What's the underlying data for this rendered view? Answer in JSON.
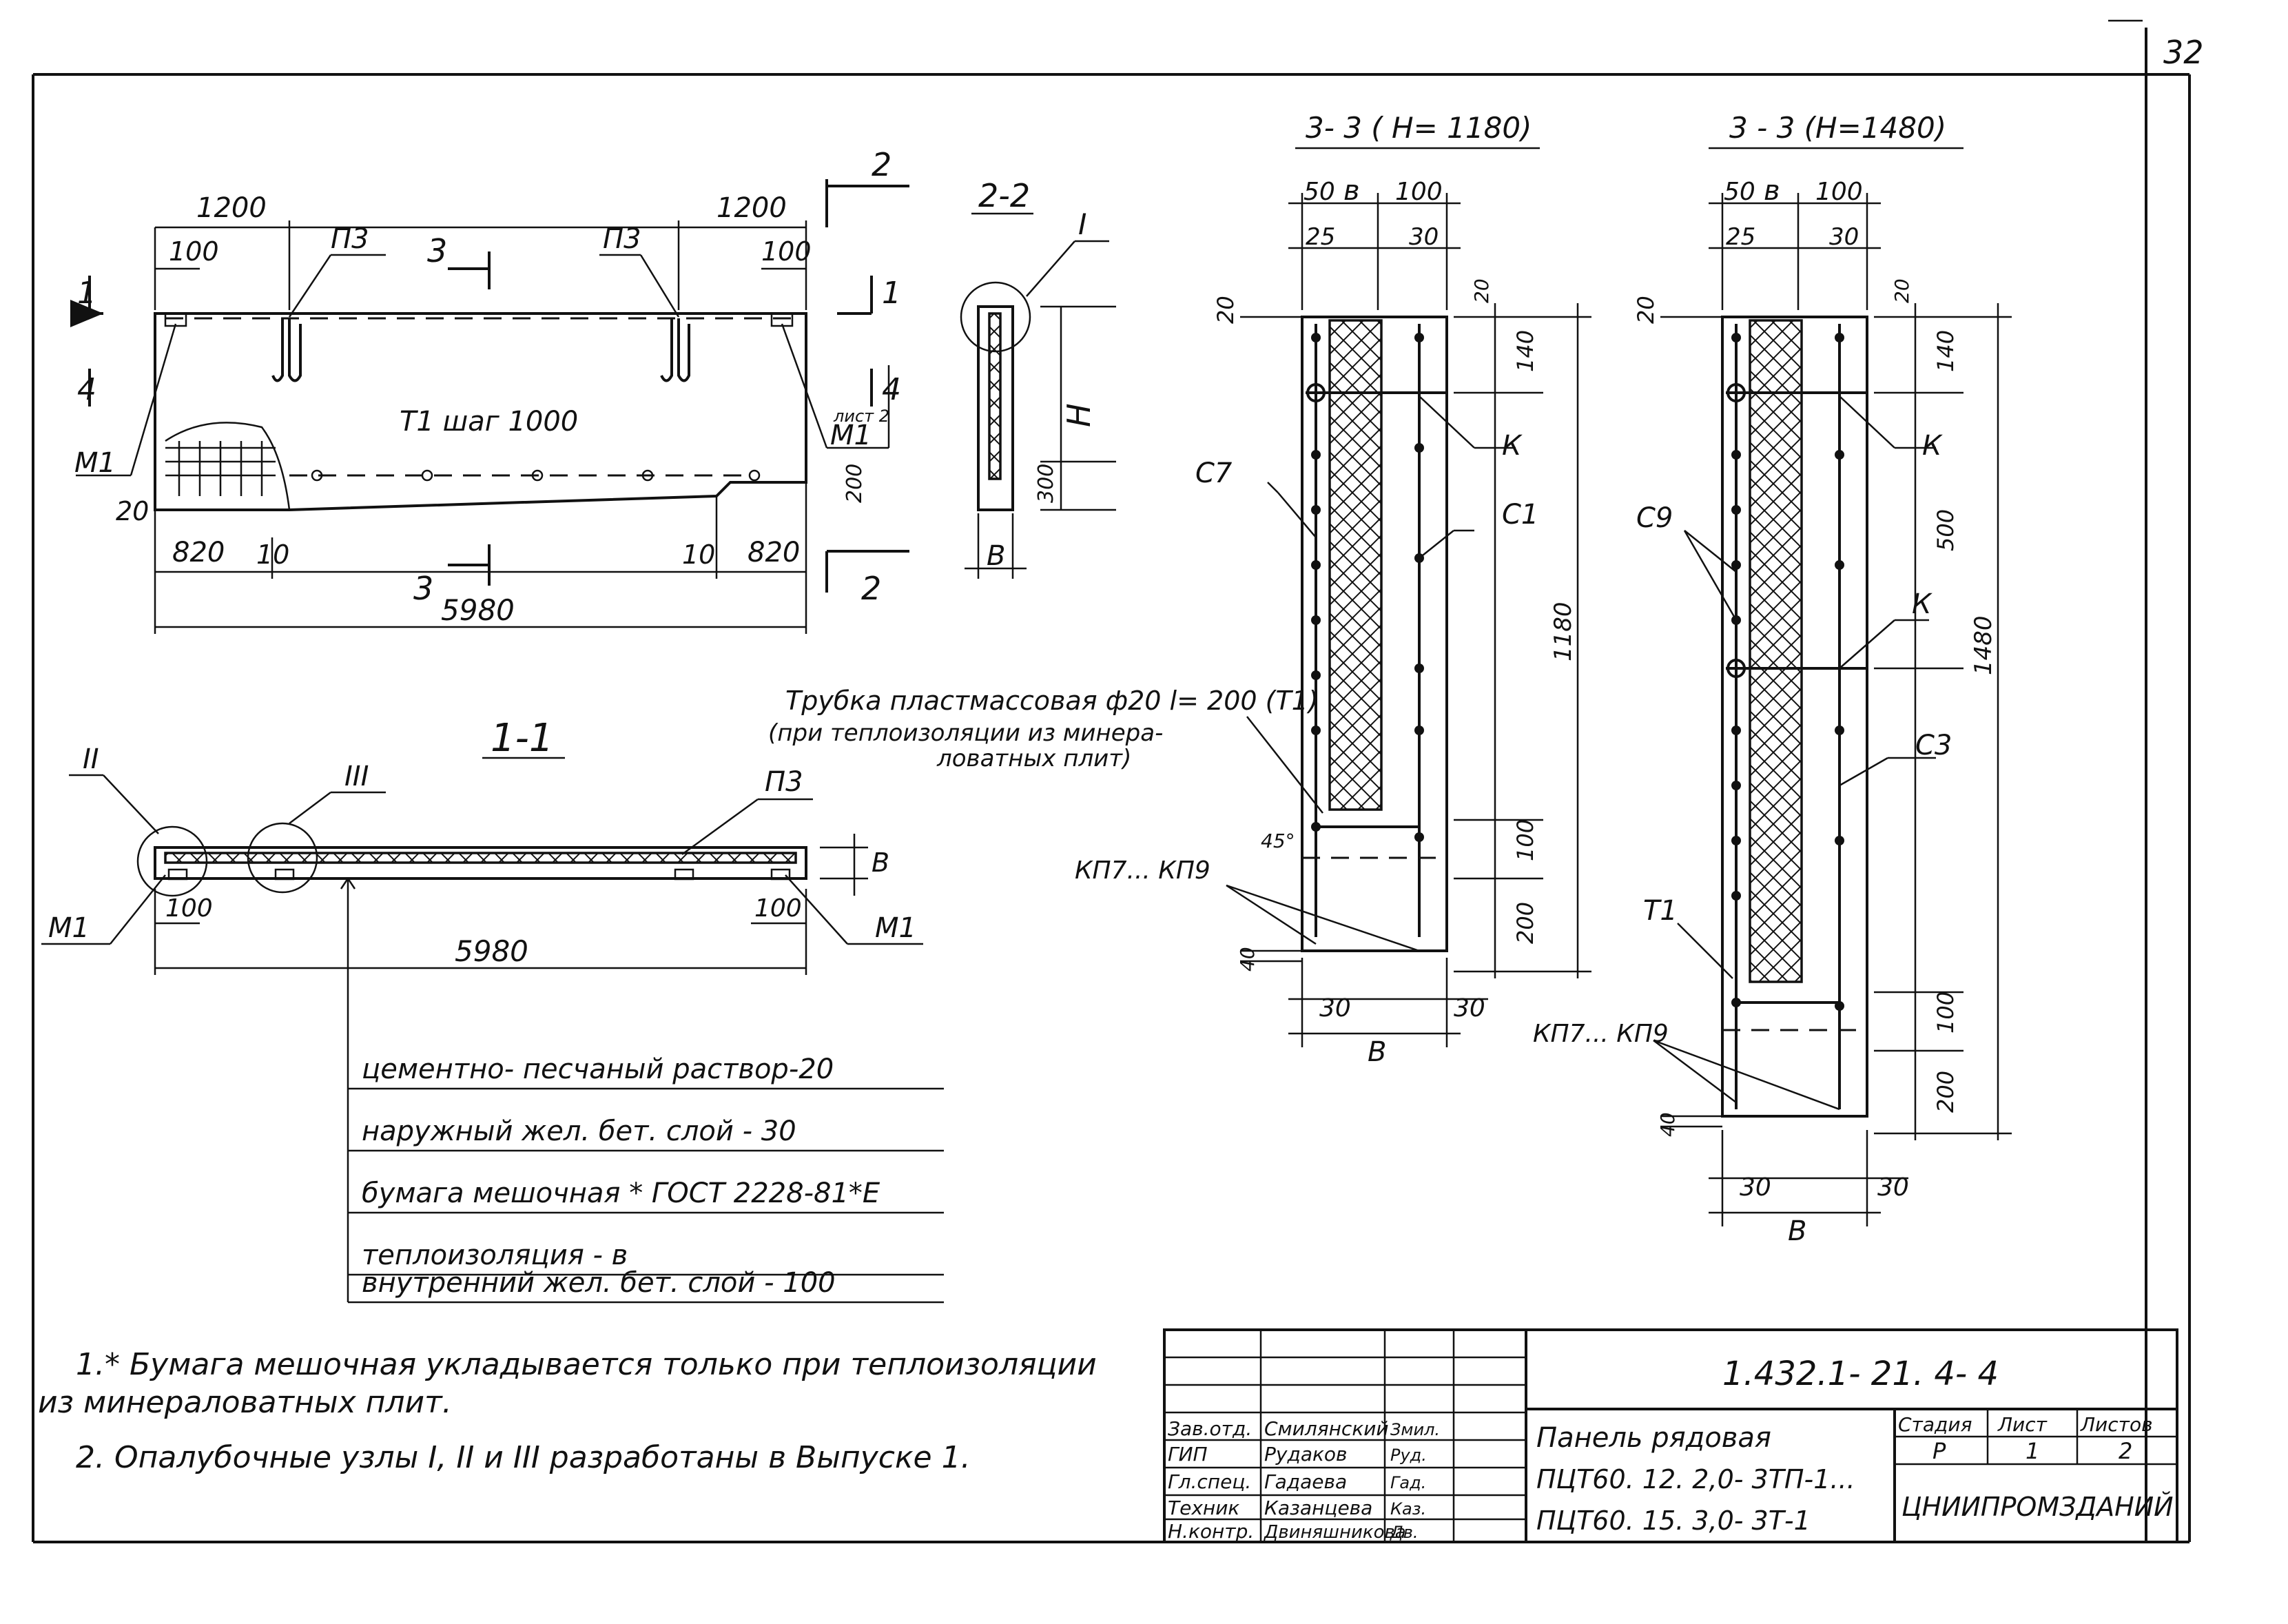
{
  "page_number": "32",
  "plan_view": {
    "dims": {
      "top_left": "1200",
      "top_right": "1200",
      "edge_left": "100",
      "edge_right": "100",
      "bottom_left": "820",
      "bottom_right": "820",
      "gap_left": "10",
      "gap_right": "10",
      "total": "5980",
      "right_side": "200",
      "left_step": "20"
    },
    "labels": {
      "p3_left": "П3",
      "p3_right": "П3",
      "m1_left": "М1",
      "m1_right": "М1",
      "t1_pitch": "Т1 шаг 1000",
      "sheet_ref": "лист 2",
      "cut1_left": "1",
      "cut1_right": "1",
      "cut4_left": "4",
      "cut4_right": "4",
      "cut3_top": "3",
      "cut3_bottom": "3",
      "cut2_top": "2",
      "cut2_bottom": "2"
    }
  },
  "section_2_2": {
    "title": "2-2",
    "node": "I",
    "height_label": "Н",
    "dim_300": "300",
    "width_label": "В"
  },
  "section_1_1": {
    "title": "1-1",
    "node2": "II",
    "node3": "III",
    "p3": "П3",
    "m1_left": "М1",
    "m1_right": "М1",
    "dim_left": "100",
    "dim_right": "100",
    "total": "5980",
    "thickness": "В"
  },
  "layers": [
    "цементно- песчаный раствор-20",
    "наружный жел. бет. слой - 30",
    "бумага мешочная * ГОСТ 2228-81*Е",
    "теплоизоляция - в",
    "внутренний жел. бет. слой - 100"
  ],
  "tube_note": {
    "line1": "Трубка пластмассовая ф20 l= 200 (Т1)",
    "line2": "(при теплоизоляции из минера-",
    "line3": "ловатных плит)"
  },
  "section_3_3a": {
    "title": "3- 3 ( Н= 1180)",
    "top_dims": [
      "50",
      "в",
      "100"
    ],
    "sub_dims": [
      "25",
      "30"
    ],
    "dim_20": "20",
    "dim_20b": "20",
    "dim_140": "140",
    "dim_1180": "1180",
    "dim_100": "100",
    "dim_200": "200",
    "dim_40": "40",
    "bot_left": "30",
    "bot_right": "30",
    "width": "В",
    "c7": "С7",
    "c1": "С1",
    "k": "К",
    "kp": "КП7... КП9",
    "angle": "45°"
  },
  "section_3_3b": {
    "title": "3 - 3 (Н=1480)",
    "top_dims": [
      "50",
      "в",
      "100"
    ],
    "sub_dims": [
      "25",
      "30"
    ],
    "dim_20": "20",
    "dim_20b": "20",
    "dim_140": "140",
    "dim_500": "500",
    "dim_1480": "1480",
    "dim_100": "100",
    "dim_200": "200",
    "dim_40": "40",
    "bot_left": "30",
    "bot_right": "30",
    "width": "В",
    "c9": "С9",
    "c3": "С3",
    "k1": "К",
    "k2": "К",
    "t1": "Т1",
    "kp": "КП7... КП9"
  },
  "notes": [
    "1.* Бумага мешочная укладывается только при теплоизоляции",
    "из минераловатных плит.",
    "2. Опалубочные узлы I, II и III разработаны в Выпуске 1."
  ],
  "title_block": {
    "code": "1.432.1- 21. 4- 4",
    "roles": [
      "Зав.отд.",
      "ГИП",
      "Гл.спец.",
      "Техник",
      "Н.контр."
    ],
    "names": [
      "Смилянский",
      "Рудаков",
      "Гадаева",
      "Казанцева",
      "Двиняшникова"
    ],
    "sigs": [
      "Змил.",
      "Руд.",
      "Гад.",
      "Каз.",
      "Дв."
    ],
    "name_line1": "Панель рядовая",
    "name_line2": "ПЦТ60. 12. 2,0- 3ТП-1...",
    "name_line3": "ПЦТ60. 15. 3,0- 3Т-1",
    "stage_h": "Стадия",
    "sheet_h": "Лист",
    "sheets_h": "Листов",
    "stage": "Р",
    "sheet": "1",
    "sheets": "2",
    "org": "ЦНИИПРОМЗДАНИЙ"
  }
}
